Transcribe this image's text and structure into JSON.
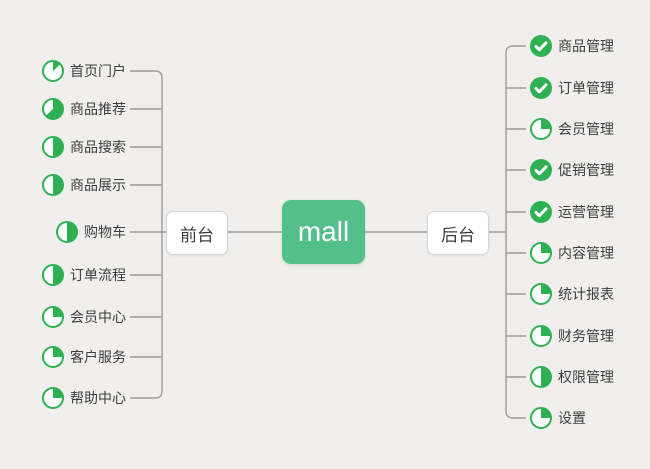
{
  "diagram": {
    "root": {
      "label": "mall"
    },
    "left_branch": {
      "label": "前台",
      "items": [
        {
          "label": "首页门户",
          "icon": "progress-pie-icon",
          "progress": 0.125
        },
        {
          "label": "商品推荐",
          "icon": "progress-pie-icon",
          "progress": 0.625
        },
        {
          "label": "商品搜索",
          "icon": "progress-pie-icon",
          "progress": 0.5
        },
        {
          "label": "商品展示",
          "icon": "progress-pie-icon",
          "progress": 0.5
        },
        {
          "label": "购物车",
          "icon": "progress-pie-icon",
          "progress": 0.5
        },
        {
          "label": "订单流程",
          "icon": "progress-pie-icon",
          "progress": 0.5
        },
        {
          "label": "会员中心",
          "icon": "progress-pie-icon",
          "progress": 0.25
        },
        {
          "label": "客户服务",
          "icon": "progress-pie-icon",
          "progress": 0.25
        },
        {
          "label": "帮助中心",
          "icon": "progress-pie-icon",
          "progress": 0.25
        }
      ]
    },
    "right_branch": {
      "label": "后台",
      "items": [
        {
          "label": "商品管理",
          "icon": "check-done-icon"
        },
        {
          "label": "订单管理",
          "icon": "check-done-icon"
        },
        {
          "label": "会员管理",
          "icon": "progress-pie-icon",
          "progress": 0.25
        },
        {
          "label": "促销管理",
          "icon": "check-done-icon"
        },
        {
          "label": "运营管理",
          "icon": "check-done-icon"
        },
        {
          "label": "内容管理",
          "icon": "progress-pie-icon",
          "progress": 0.25
        },
        {
          "label": "统计报表",
          "icon": "progress-pie-icon",
          "progress": 0.25
        },
        {
          "label": "财务管理",
          "icon": "progress-pie-icon",
          "progress": 0.25
        },
        {
          "label": "权限管理",
          "icon": "progress-pie-icon",
          "progress": 0.5
        },
        {
          "label": "设置",
          "icon": "progress-pie-icon",
          "progress": 0.25
        }
      ]
    },
    "colors": {
      "icon_green": "#2eb152",
      "node_green": "#53c08b",
      "background": "#f0efed",
      "line": "#9c9c9a",
      "node_border": "#d7d6d4",
      "text": "#3d3d3d"
    }
  }
}
